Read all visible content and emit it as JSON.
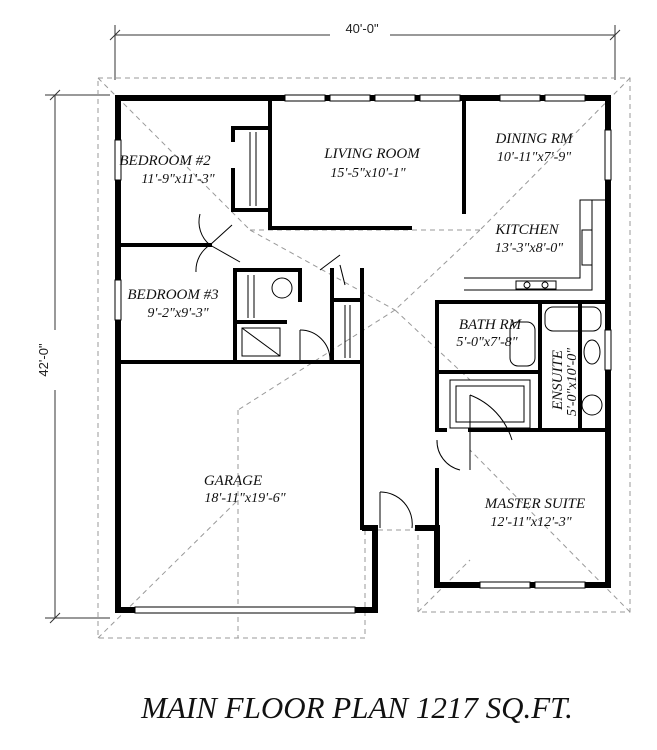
{
  "dimensions": {
    "width_label": "40'-0\"",
    "depth_label": "42'-0\""
  },
  "rooms": {
    "bedroom2": {
      "name": "BEDROOM #2",
      "size": "11'-9\"x11'-3\""
    },
    "living": {
      "name": "LIVING ROOM",
      "size": "15'-5\"x10'-1\""
    },
    "dining": {
      "name": "DINING RM",
      "size": "10'-11\"x7'-9\""
    },
    "kitchen": {
      "name": "KITCHEN",
      "size": "13'-3\"x8'-0\""
    },
    "bedroom3": {
      "name": "BEDROOM #3",
      "size": "9'-2\"x9'-3\""
    },
    "bath": {
      "name": "BATH RM",
      "size": "5'-0\"x7'-8\""
    },
    "ensuite": {
      "name": "ENSUITE",
      "size": "5'-0\"x10'-0\""
    },
    "garage": {
      "name": "GARAGE",
      "size": "18'-11\"x19'-6\""
    },
    "master": {
      "name": "MASTER SUITE",
      "size": "12'-11\"x12'-3\""
    }
  },
  "title": "MAIN FLOOR PLAN 1217 SQ.FT."
}
